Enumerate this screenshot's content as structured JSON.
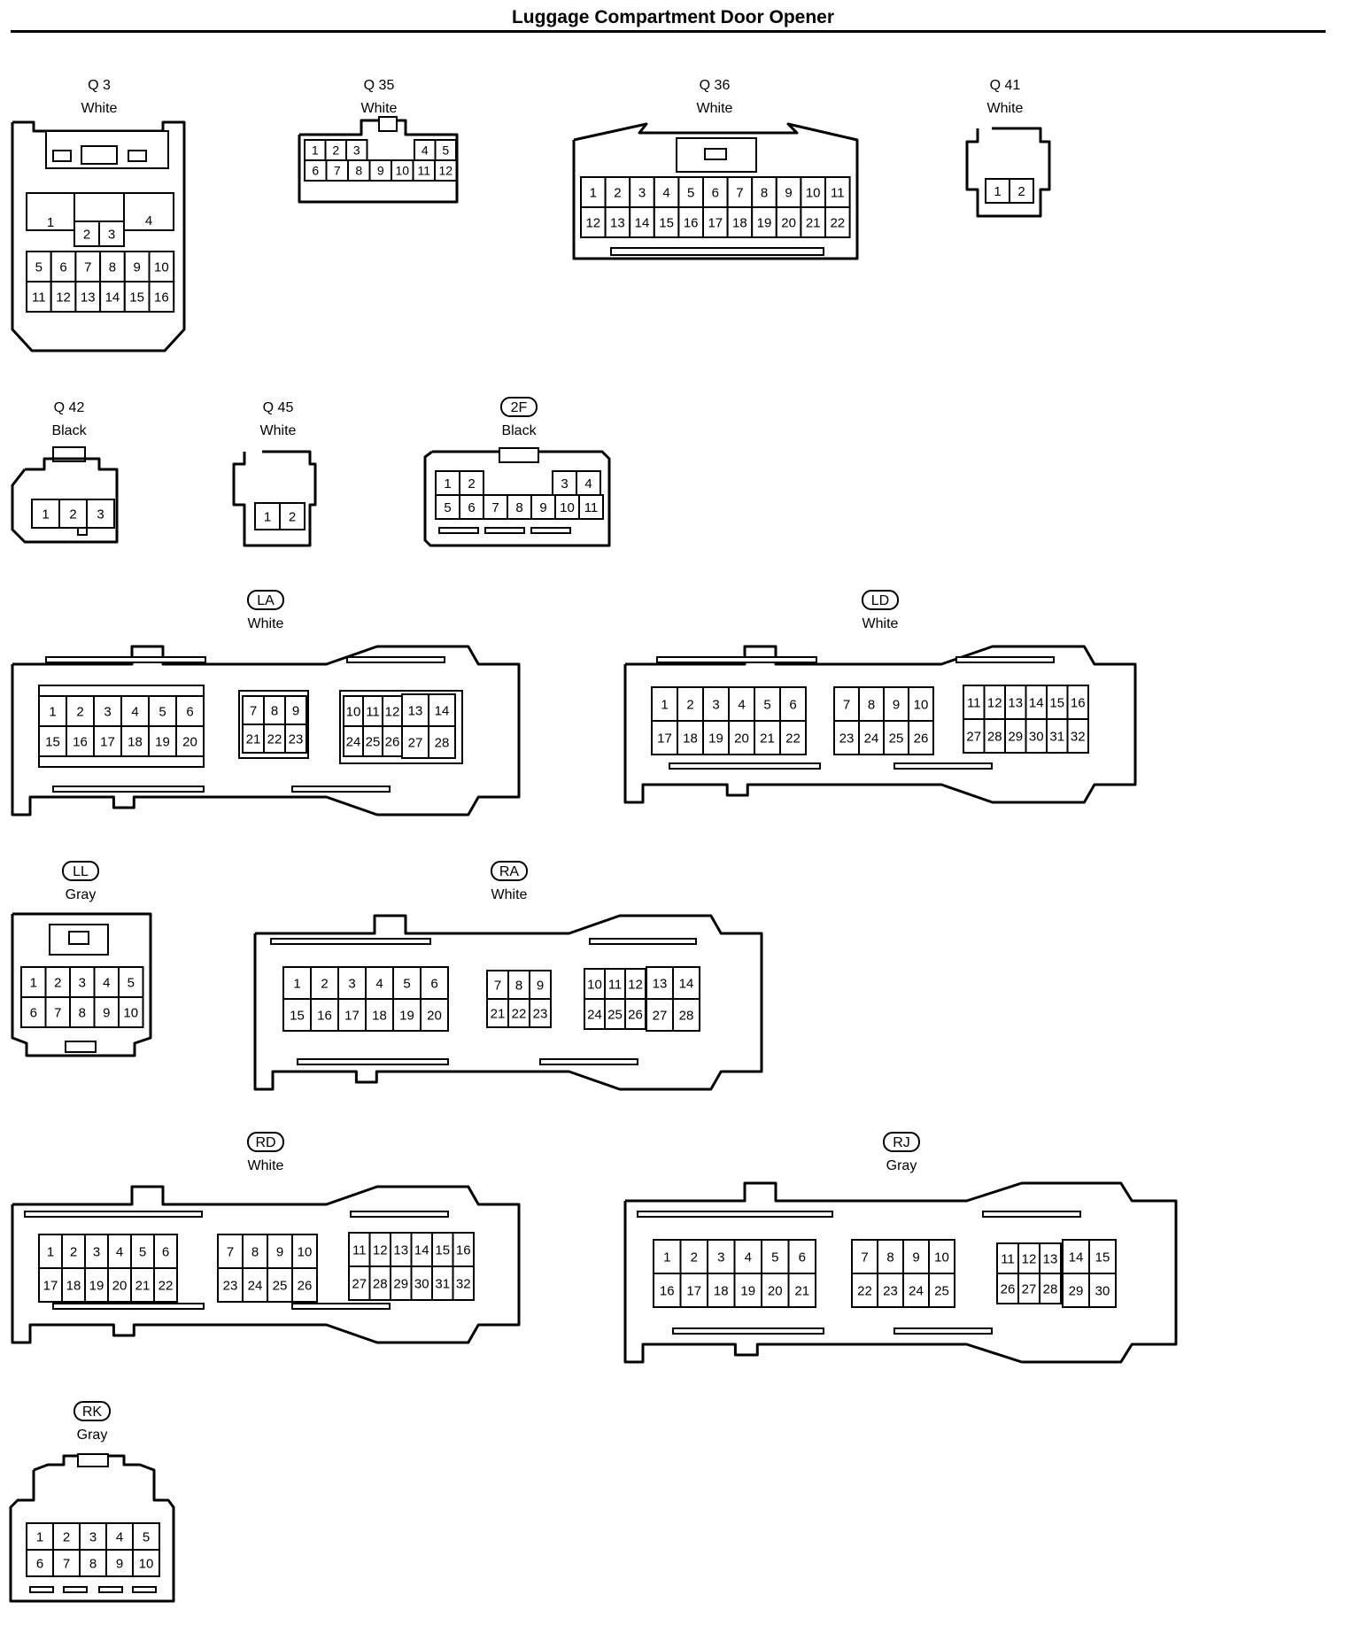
{
  "title": "Luggage Compartment Door Opener",
  "connectors": [
    {
      "id": "Q 3",
      "color": "White",
      "badge": false,
      "pins": [
        [
          "1",
          "2",
          "3",
          "4",
          "5",
          "6",
          "7",
          "8",
          "9",
          "10",
          "11",
          "12",
          "13",
          "14",
          "15",
          "16"
        ]
      ]
    },
    {
      "id": "Q 35",
      "color": "White",
      "badge": false,
      "pins": [
        [
          "1",
          "2",
          "3",
          "4",
          "5"
        ],
        [
          "6",
          "7",
          "8",
          "9",
          "10",
          "11",
          "12"
        ]
      ]
    },
    {
      "id": "Q 36",
      "color": "White",
      "badge": false,
      "pins": [
        [
          "1",
          "2",
          "3",
          "4",
          "5",
          "6",
          "7",
          "8",
          "9",
          "10",
          "11"
        ],
        [
          "12",
          "13",
          "14",
          "15",
          "16",
          "17",
          "18",
          "19",
          "20",
          "21",
          "22"
        ]
      ]
    },
    {
      "id": "Q 41",
      "color": "White",
      "badge": false,
      "pins": [
        [
          "1",
          "2"
        ]
      ]
    },
    {
      "id": "Q 42",
      "color": "Black",
      "badge": false,
      "pins": [
        [
          "1",
          "2",
          "3"
        ]
      ]
    },
    {
      "id": "Q 45",
      "color": "White",
      "badge": false,
      "pins": [
        [
          "1",
          "2"
        ]
      ]
    },
    {
      "id": "2F",
      "color": "Black",
      "badge": true,
      "pins": [
        [
          "1",
          "2",
          "3",
          "4"
        ],
        [
          "5",
          "6",
          "7",
          "8",
          "9",
          "10",
          "11"
        ]
      ]
    },
    {
      "id": "LA",
      "color": "White",
      "badge": true,
      "pins": [
        [
          "1",
          "2",
          "3",
          "4",
          "5",
          "6",
          "7",
          "8",
          "9",
          "10",
          "11",
          "12",
          "13",
          "14"
        ],
        [
          "15",
          "16",
          "17",
          "18",
          "19",
          "20",
          "21",
          "22",
          "23",
          "24",
          "25",
          "26",
          "27",
          "28"
        ]
      ]
    },
    {
      "id": "LD",
      "color": "White",
      "badge": true,
      "pins": [
        [
          "1",
          "2",
          "3",
          "4",
          "5",
          "6",
          "7",
          "8",
          "9",
          "10",
          "11",
          "12",
          "13",
          "14",
          "15",
          "16"
        ],
        [
          "17",
          "18",
          "19",
          "20",
          "21",
          "22",
          "23",
          "24",
          "25",
          "26",
          "27",
          "28",
          "29",
          "30",
          "31",
          "32"
        ]
      ]
    },
    {
      "id": "LL",
      "color": "Gray",
      "badge": true,
      "pins": [
        [
          "1",
          "2",
          "3",
          "4",
          "5"
        ],
        [
          "6",
          "7",
          "8",
          "9",
          "10"
        ]
      ]
    },
    {
      "id": "RA",
      "color": "White",
      "badge": true,
      "pins": [
        [
          "1",
          "2",
          "3",
          "4",
          "5",
          "6",
          "7",
          "8",
          "9",
          "10",
          "11",
          "12",
          "13",
          "14"
        ],
        [
          "15",
          "16",
          "17",
          "18",
          "19",
          "20",
          "21",
          "22",
          "23",
          "24",
          "25",
          "26",
          "27",
          "28"
        ]
      ]
    },
    {
      "id": "RD",
      "color": "White",
      "badge": true,
      "pins": [
        [
          "1",
          "2",
          "3",
          "4",
          "5",
          "6",
          "7",
          "8",
          "9",
          "10",
          "11",
          "12",
          "13",
          "14",
          "15",
          "16"
        ],
        [
          "17",
          "18",
          "19",
          "20",
          "21",
          "22",
          "23",
          "24",
          "25",
          "26",
          "27",
          "28",
          "29",
          "30",
          "31",
          "32"
        ]
      ]
    },
    {
      "id": "RJ",
      "color": "Gray",
      "badge": true,
      "pins": [
        [
          "1",
          "2",
          "3",
          "4",
          "5",
          "6",
          "7",
          "8",
          "9",
          "10",
          "11",
          "12",
          "13",
          "14",
          "15"
        ],
        [
          "16",
          "17",
          "18",
          "19",
          "20",
          "21",
          "22",
          "23",
          "24",
          "25",
          "26",
          "27",
          "28",
          "29",
          "30"
        ]
      ]
    },
    {
      "id": "RK",
      "color": "Gray",
      "badge": true,
      "pins": [
        [
          "1",
          "2",
          "3",
          "4",
          "5"
        ],
        [
          "6",
          "7",
          "8",
          "9",
          "10"
        ]
      ]
    }
  ]
}
